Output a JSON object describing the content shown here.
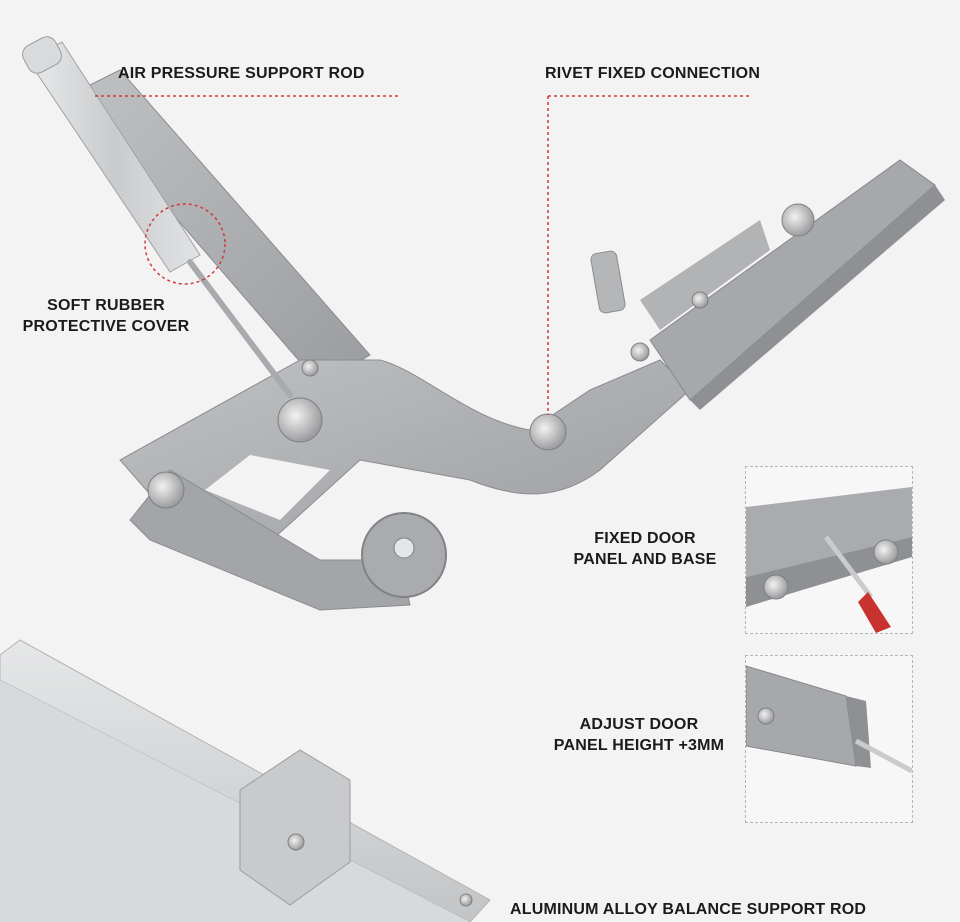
{
  "labels": {
    "air_pressure_rod": "AIR PRESSURE SUPPORT ROD",
    "rivet_connection": "RIVET FIXED CONNECTION",
    "soft_rubber_line1": "SOFT RUBBER",
    "soft_rubber_line2": "PROTECTIVE COVER",
    "fixed_door_line1": "FIXED DOOR",
    "fixed_door_line2": "PANEL AND BASE",
    "adjust_height_line1": "ADJUST DOOR",
    "adjust_height_line2": "PANEL HEIGHT +3MM",
    "aluminum_rod": "ALUMINUM ALLOY BALANCE SUPPORT ROD"
  },
  "colors": {
    "background": "#f3f3f4",
    "metal": "#a9abae",
    "metal_dark": "#8c8e91",
    "rivet": "#d6d7d8",
    "callout_line": "#d23a3a",
    "text": "#1b1b1b"
  },
  "icons": {
    "main_product": "folding-hinge-illustration",
    "inset_top": "screwdriver-base-closeup",
    "inset_bottom": "screwdriver-height-closeup",
    "bar": "aluminum-rod-illustration"
  }
}
